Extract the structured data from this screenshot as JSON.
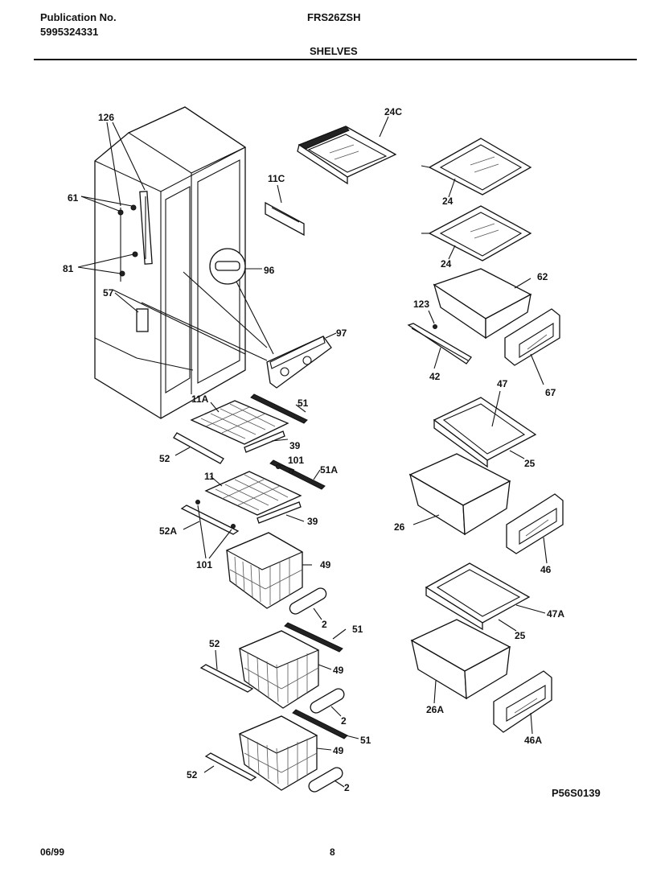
{
  "header": {
    "publication_label": "Publication No.",
    "publication_number": "5995324331",
    "model": "FRS26ZSH",
    "section_title": "SHELVES"
  },
  "footer": {
    "date": "06/99",
    "page_number": "8",
    "drawing_code": "P56S0139"
  },
  "callouts": {
    "c126": "126",
    "c61": "61",
    "c81": "81",
    "c57": "57",
    "c11c": "11C",
    "c96": "96",
    "c97": "97",
    "c24c": "24C",
    "c24a": "24",
    "c24b": "24",
    "c62": "62",
    "c123": "123",
    "c42": "42",
    "c67": "67",
    "c11a": "11A",
    "c51a": "51",
    "c39a": "39",
    "c52a": "52",
    "c101a": "101",
    "c51alt": "51A",
    "c11": "11",
    "c39b": "39",
    "c52alt": "52A",
    "c101b": "101",
    "c49a": "49",
    "c2a": "2",
    "c51b": "51",
    "c52b": "52",
    "c49b": "49",
    "c2b": "2",
    "c51c": "51",
    "c49c": "49",
    "c52c": "52",
    "c2c": "2",
    "c47": "47",
    "c25a": "25",
    "c26": "26",
    "c46": "46",
    "c47a": "47A",
    "c25b": "25",
    "c26a": "26A",
    "c46a": "46A"
  }
}
